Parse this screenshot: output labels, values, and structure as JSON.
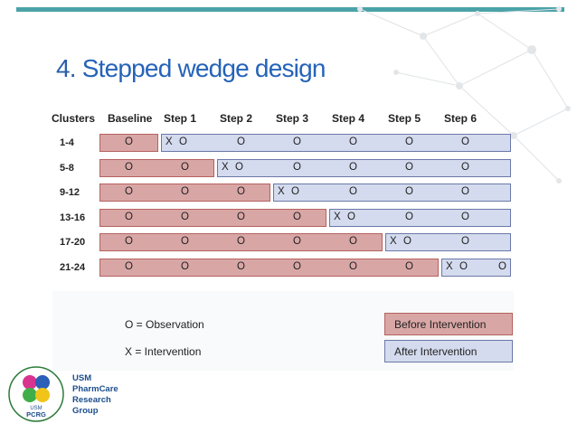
{
  "title": {
    "number": "4.",
    "text": "Stepped wedge design"
  },
  "diagram": {
    "headers": [
      "Clusters",
      "Baseline",
      "Step 1",
      "Step 2",
      "Step 3",
      "Step 4",
      "Step 5",
      "Step 6"
    ],
    "rows": [
      {
        "label": "1-4",
        "intervention_step": 1
      },
      {
        "label": "5-8",
        "intervention_step": 2
      },
      {
        "label": "9-12",
        "intervention_step": 3
      },
      {
        "label": "13-16",
        "intervention_step": 4
      },
      {
        "label": "17-20",
        "intervention_step": 5
      },
      {
        "label": "21-24",
        "intervention_step": 6
      }
    ],
    "observation_symbol": "O",
    "intervention_symbol": "X",
    "colors": {
      "before_fill": "#d9a6a6",
      "before_border": "#b5625f",
      "after_fill": "#d4dbee",
      "after_border": "#6b78a8"
    }
  },
  "legend": {
    "observation": "O = Observation",
    "intervention": "X = Intervention",
    "before": "Before Intervention",
    "after": "After Intervention"
  },
  "logo": {
    "badge": "USM",
    "acronym": "PCRG",
    "lines": [
      "USM",
      "PharmCare",
      "Research",
      "Group"
    ]
  }
}
